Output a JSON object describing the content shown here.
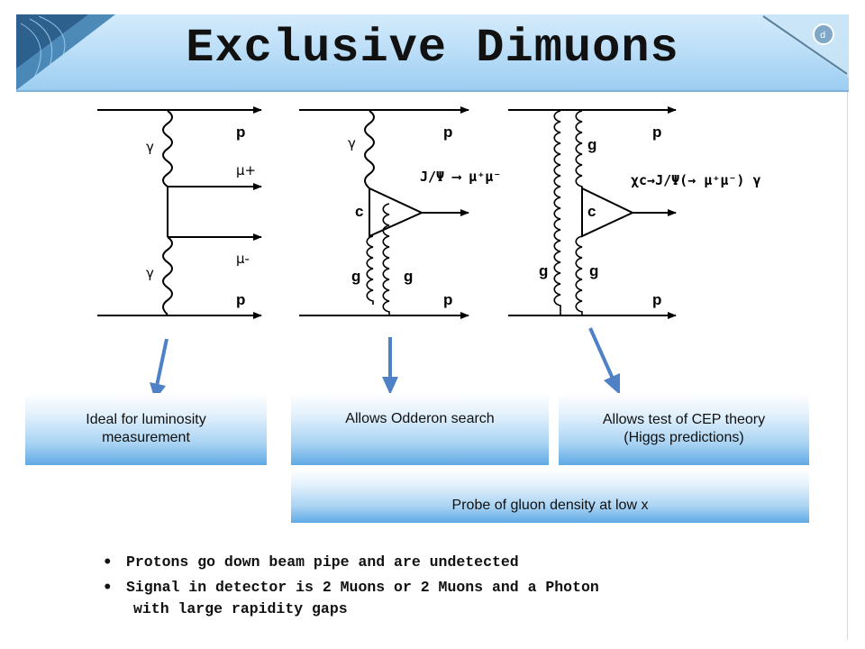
{
  "header": {
    "title": "Exclusive Dimuons"
  },
  "diagrams": {
    "d1": {
      "p_top": "p",
      "p_bottom": "p",
      "gamma_top": "γ",
      "gamma_bottom": "γ",
      "mu_plus": "μ+",
      "mu_minus": "μ-"
    },
    "d2": {
      "p_top": "p",
      "p_bottom": "p",
      "gamma": "γ",
      "c": "c",
      "g_left": "g",
      "g_right": "g",
      "decay": "J/Ψ ⟶ μ⁺μ⁻"
    },
    "d3": {
      "p_top": "p",
      "p_bottom": "p",
      "g_top": "g",
      "c": "c",
      "g_left": "g",
      "g_right": "g",
      "decay": "χc→J/Ψ(→ μ⁺μ⁻) γ"
    }
  },
  "boxes": {
    "luminosity": {
      "line1": "Ideal for luminosity",
      "line2": "measurement"
    },
    "odderon": {
      "line1": "Allows Odderon search"
    },
    "cep": {
      "line1": "Allows test of CEP theory",
      "line2": "(Higgs predictions)"
    },
    "gluon": {
      "line1": "Probe of gluon density at low x"
    }
  },
  "bullets": [
    "Protons go down beam pipe and are undetected",
    "Signal in detector is 2 Muons or 2 Muons and a Photon",
    "with large rapidity gaps"
  ],
  "colors": {
    "arrow": "#4f81c7",
    "header_top": "#d4ebfb",
    "header_bottom": "#9ccdf1",
    "box_bottom": "#5fa9e4"
  }
}
